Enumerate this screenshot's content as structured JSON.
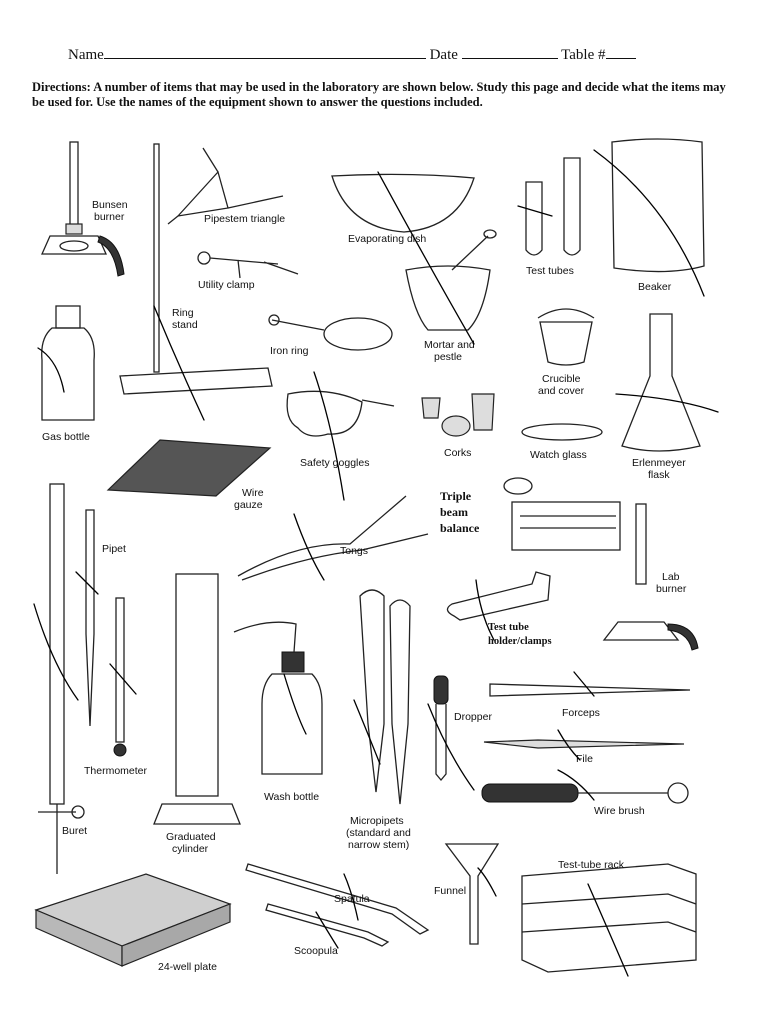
{
  "header": {
    "name_label": "Name",
    "date_label": "Date",
    "table_label": "Table #"
  },
  "directions": "Directions:  A number of items that may be used in the laboratory are shown below.  Study this page and decide what the items may be used for.  Use the names of the equipment shown to answer the questions included.",
  "labels": {
    "bunsen_1": "Bunsen",
    "bunsen_2": "burner",
    "pipestem_triangle": "Pipestem triangle",
    "evaporating_dish": "Evaporating dish",
    "test_tubes": "Test tubes",
    "beaker": "Beaker",
    "utility_clamp": "Utility clamp",
    "ring_stand_1": "Ring",
    "ring_stand_2": "stand",
    "iron_ring": "Iron ring",
    "mortar_1": "Mortar and",
    "mortar_2": "pestle",
    "crucible_1": "Crucible",
    "crucible_2": "and cover",
    "gas_bottle": "Gas bottle",
    "safety_goggles": "Safety goggles",
    "corks": "Corks",
    "watch_glass": "Watch glass",
    "erlenmeyer_1": "Erlenmeyer",
    "erlenmeyer_2": "flask",
    "wire_gauze_1": "Wire",
    "wire_gauze_2": "gauze",
    "triple_1": "Triple",
    "triple_2": "beam",
    "triple_3": "balance",
    "pipet": "Pipet",
    "tongs": "Tongs",
    "lab_burner_1": "Lab",
    "lab_burner_2": "burner",
    "test_tube_holder_1": "Test tube",
    "test_tube_holder_2": "holder/clamps",
    "dropper": "Dropper",
    "forceps": "Forceps",
    "thermometer": "Thermometer",
    "file": "File",
    "wash_bottle": "Wash bottle",
    "wire_brush": "Wire brush",
    "micropipets_1": "Micropipets",
    "micropipets_2": "(standard and",
    "micropipets_3": "narrow stem)",
    "buret": "Buret",
    "graduated_1": "Graduated",
    "graduated_2": "cylinder",
    "test_tube_rack": "Test-tube rack",
    "spatula": "Spatula",
    "funnel": "Funnel",
    "scoopula": "Scoopula",
    "well_plate": "24-well plate"
  }
}
